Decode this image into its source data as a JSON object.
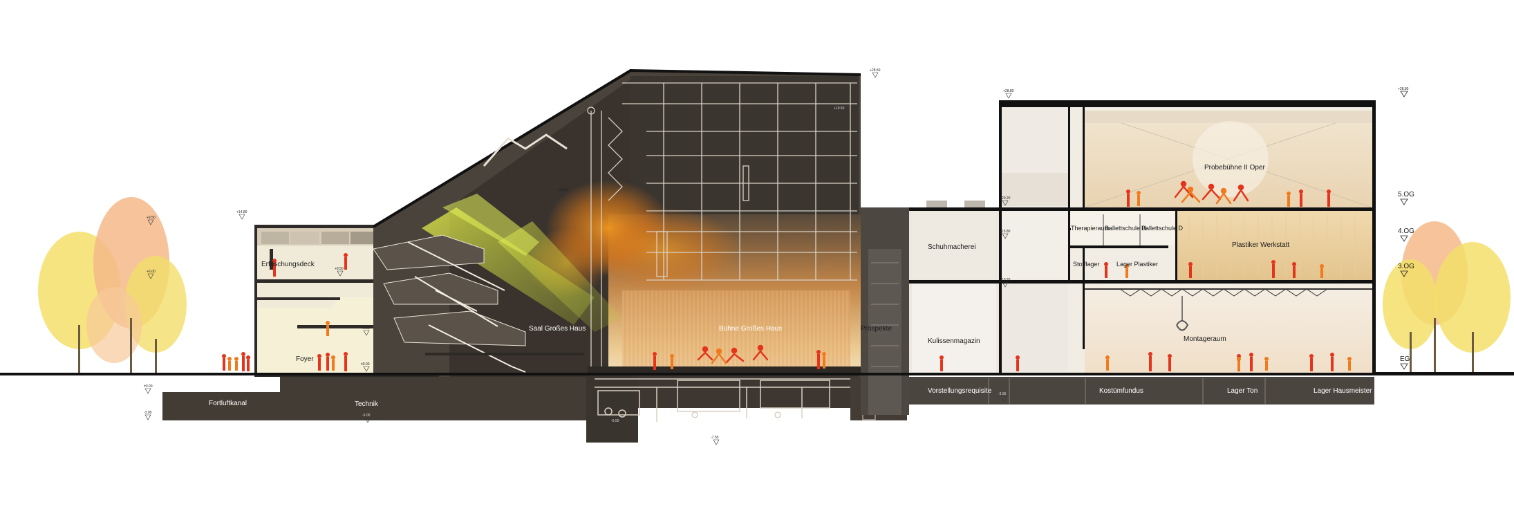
{
  "rooms": {
    "erfrischungsdeck": "Erfrischungsdeck",
    "foyer": "Foyer",
    "fortluftkanal": "Fortluftkanal",
    "technik": "Technik",
    "saal": "Saal Großes Haus",
    "buehne": "Bühne Großes Haus",
    "prospekte": "Prospekte",
    "schuhmacherei": "Schuhmacherei",
    "kulissenmagazin": "Kulissenmagazin",
    "vorstellungsrequisite": "Vorstellungsrequisite",
    "therapieraum": "Therapieraum",
    "ballettschule_h": "Ballettschule H",
    "ballettschule_d": "Ballettschule D",
    "stofflager": "Stofflager",
    "lager_plastiker": "Lager Plastiker",
    "probebuehne": "Probebühne II Oper",
    "plastiker_werkstatt": "Plastiker Werkstatt",
    "montageraum": "Montageraum",
    "kostuemfundus": "Kostümfundus",
    "lager_ton": "Lager Ton",
    "lager_hausmeister": "Lager Hausmeister"
  },
  "floors": {
    "og5": "5.OG",
    "og4": "4.OG",
    "og3": "3.OG",
    "eg": "EG"
  },
  "levels": {
    "a": "+9.50",
    "b": "+6.00",
    "c": "±0.00",
    "d": "-3.00",
    "e": "-5.00",
    "f": "+19.50",
    "g": "+28.50",
    "h": "+14.80",
    "i": "+18.90",
    "j": "-3.95",
    "k": "-7.50",
    "l": "+28.80",
    "m": "+25.75",
    "n": "+20.20",
    "o": "+15.80",
    "p": "+10.20",
    "q": "-5.50"
  },
  "colors": {
    "building_dark": "#4a433b",
    "basement": "#433c35",
    "ground_line": "#111111",
    "stage_glow": "#e88a2a",
    "beam_yellow": "#cfe04a",
    "people_red": "#e4341c",
    "people_orange": "#f07a1e",
    "tree_yellow": "#f2dc5a",
    "tree_peach": "#f4b98a"
  }
}
